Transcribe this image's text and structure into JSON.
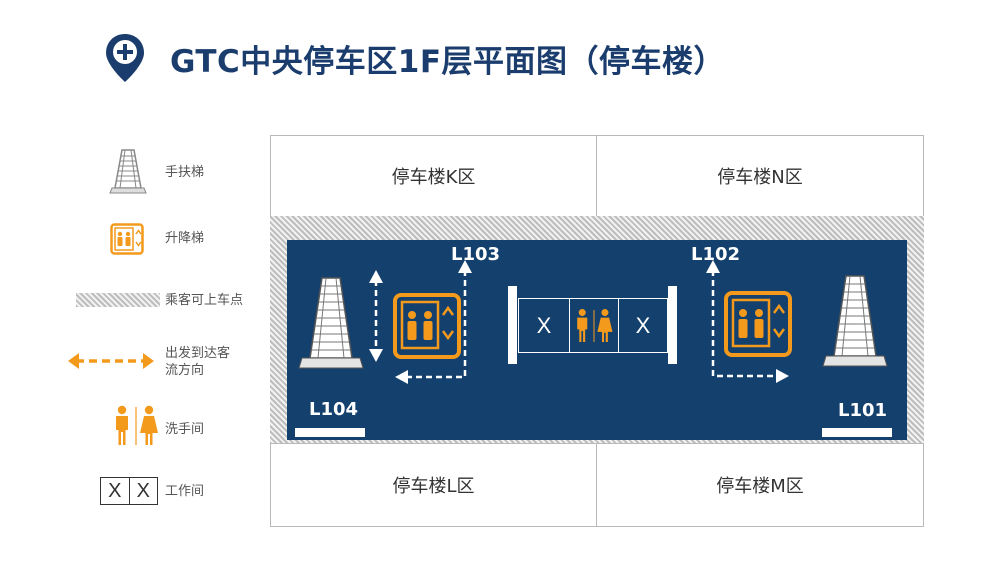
{
  "header": {
    "title": "GTC中央停车区1F层平面图（停车楼）",
    "icon": "location-pin-plus-icon"
  },
  "legend": {
    "items": [
      {
        "label": "手扶梯",
        "icon": "escalator-icon"
      },
      {
        "label": "升降梯",
        "icon": "elevator-icon"
      },
      {
        "label": "乘客可上车点",
        "icon": "hatched-pickup-area-icon"
      },
      {
        "label": "出发到达客流方向",
        "icon": "dashed-double-arrow-icon"
      },
      {
        "label": "洗手间",
        "icon": "restroom-icon"
      },
      {
        "label": "工作间",
        "icon": "staff-room-icon",
        "glyphs": [
          "X",
          "X"
        ]
      }
    ]
  },
  "zones": {
    "k": "停车楼K区",
    "n": "停车楼N区",
    "l": "停车楼L区",
    "m": "停车楼M区"
  },
  "points": {
    "l101": "L101",
    "l102": "L102",
    "l103": "L103",
    "l104": "L104"
  },
  "staff_rooms": [
    "X",
    "X"
  ],
  "colors": {
    "title": "#1b3d6e",
    "map_blue": "#14406e",
    "accent_orange": "#f39a1d"
  }
}
